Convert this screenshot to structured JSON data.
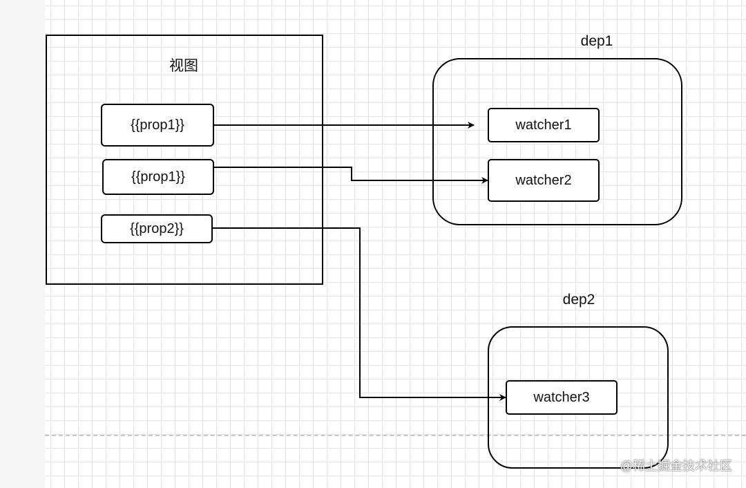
{
  "view": {
    "title": "视图"
  },
  "props": [
    {
      "label": "{{prop1}}"
    },
    {
      "label": "{{prop1}}"
    },
    {
      "label": "{{prop2}}"
    }
  ],
  "deps": [
    {
      "title": "dep1",
      "watchers": [
        "watcher1",
        "watcher2"
      ]
    },
    {
      "title": "dep2",
      "watchers": [
        "watcher3"
      ]
    }
  ],
  "watermark": "@稀土掘金技术社区"
}
